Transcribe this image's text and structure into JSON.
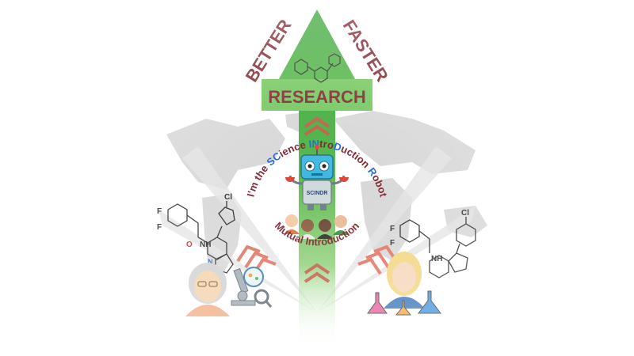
{
  "labels": {
    "better": "BETTER",
    "faster": "FASTER",
    "research": "RESEARCH",
    "robot_arc": {
      "part1": "I'm the ",
      "part2": "SC",
      "part3": "ience ",
      "part4": "IN",
      "part5": "tro",
      "part6": "D",
      "part7": "uction ",
      "part8": "R",
      "part9": "obot"
    },
    "mutual": "Mutual Introduction",
    "robot_badge": "SCINDR"
  },
  "molecule_atoms": {
    "fluorine": "F",
    "chlorine": "Cl",
    "oxygen": "O",
    "amine": "NH",
    "nitrogen": "N"
  },
  "colors": {
    "arrow_green": "#3fae3a",
    "arrow_light": "#b8e3a8",
    "dark_red": "#7a1a24",
    "blue": "#1c5fd6",
    "chevron": "#c0553f",
    "map_gray": "#c9c9c9"
  },
  "icons": [
    "robot-icon",
    "microscope-icon",
    "petri-dish-icon",
    "flask-icon",
    "magnifier-icon"
  ]
}
